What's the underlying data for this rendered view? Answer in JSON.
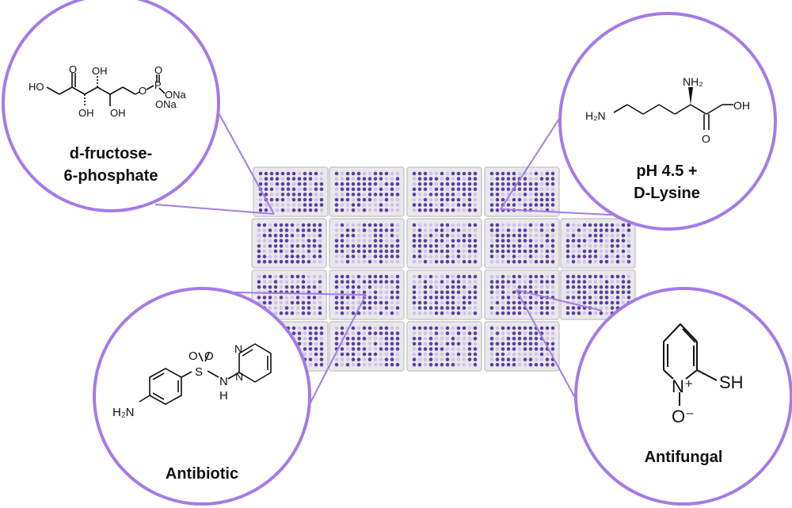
{
  "colors": {
    "ring": "#a47be8",
    "well": "#5b3fa3",
    "well_light": "#cfc3e6",
    "plate": "#e9e9ec",
    "plate_edge": "#c9c9cf"
  },
  "callouts": [
    {
      "id": "fructose",
      "label_lines": [
        "d-fructose-",
        "6-phosphate"
      ],
      "atoms": {
        "ho": "HO",
        "o_ketone": "O",
        "oh_top": "OH",
        "oh_bot1": "OH",
        "oh_bot2": "OH",
        "o_ester": "O",
        "p": "P",
        "o_top": "O",
        "ona1": "ONa",
        "ona2": "ONa"
      }
    },
    {
      "id": "lysine",
      "label_lines": [
        "pH 4.5 +",
        "D-Lysine"
      ],
      "atoms": {
        "h2n": "H₂N",
        "nh2": "NH₂",
        "oh": "OH",
        "o": "O"
      }
    },
    {
      "id": "antibiotic",
      "label_lines": [
        "Antibiotic"
      ],
      "atoms": {
        "h2n": "H₂N",
        "s": "S",
        "o1": "O",
        "o2": "O",
        "n": "N",
        "h": "H",
        "n1": "N",
        "n2": "N"
      }
    },
    {
      "id": "antifungal",
      "label_lines": [
        "Antifungal"
      ],
      "atoms": {
        "nplus": "N⁺",
        "sh": "SH",
        "ominus": "O⁻"
      }
    }
  ]
}
